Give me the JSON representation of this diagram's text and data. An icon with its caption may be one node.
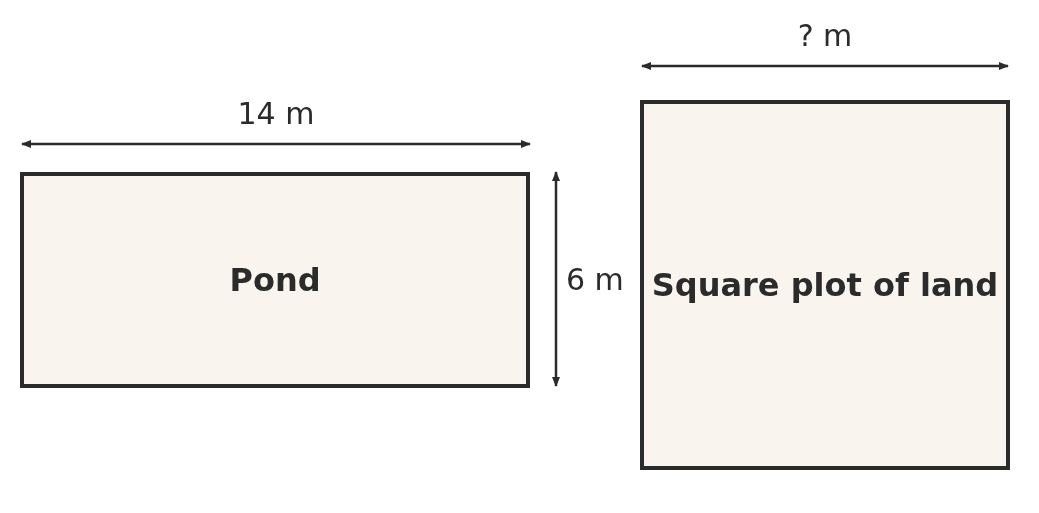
{
  "diagram": {
    "nodes": [
      {
        "text": [
          "Pond"
        ]
      },
      {
        "text": [
          "Square plot of land"
        ]
      }
    ],
    "labels": [
      "? m",
      "14 m",
      "6 m"
    ]
  }
}
